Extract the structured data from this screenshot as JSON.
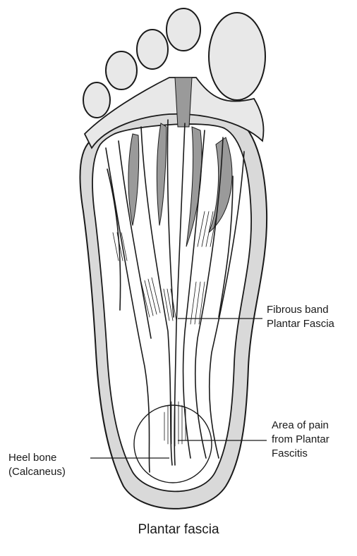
{
  "diagram": {
    "caption": "Plantar fascia",
    "labels": {
      "fibrous_band": [
        "Fibrous band",
        "Plantar Fascia"
      ],
      "area_of_pain": [
        "Area of pain",
        "from Plantar",
        "Fascitis"
      ],
      "heel_bone": [
        "Heel bone",
        "(Calcaneus)"
      ]
    },
    "colors": {
      "outline": "#1a1a1a",
      "sole_fill": "#d9d9d9",
      "toe_fill": "#e8e8e8",
      "fascia_fill": "#ffffff",
      "gap_fill": "#9a9a9a"
    }
  }
}
